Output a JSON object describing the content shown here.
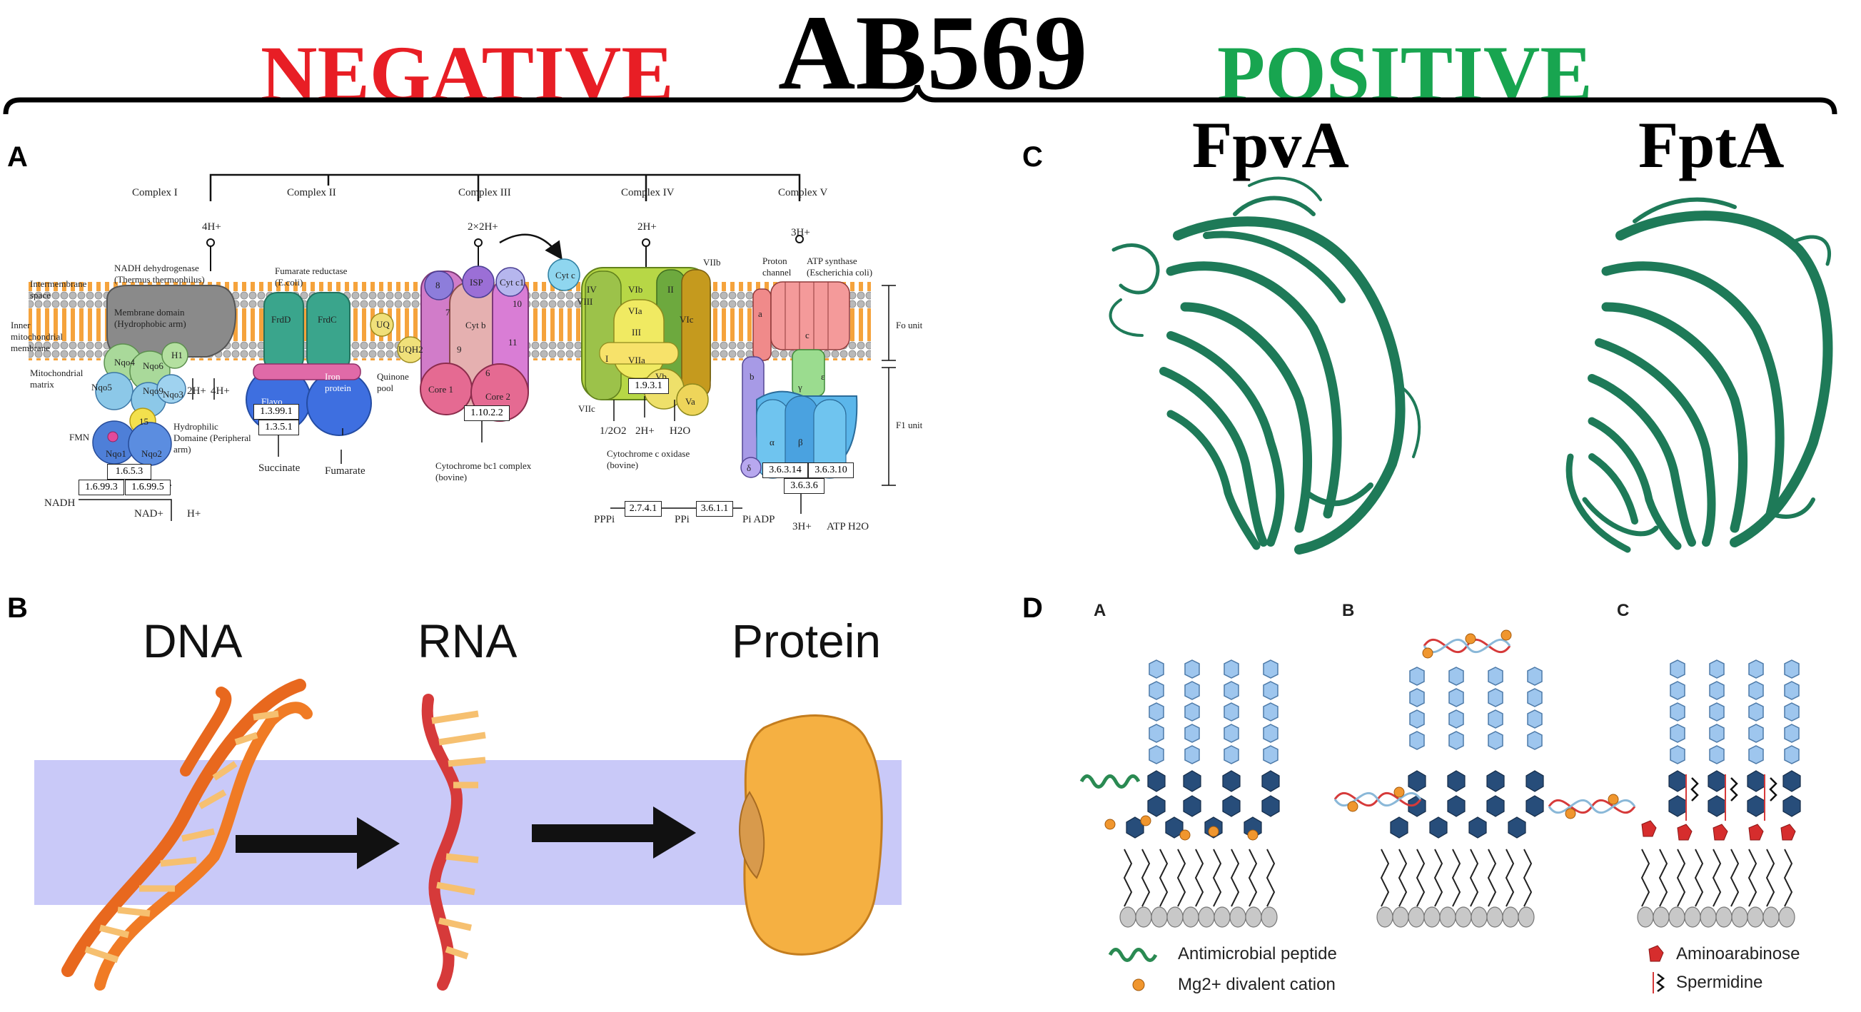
{
  "title": "AB569",
  "negative_label": "NEGATIVE",
  "positive_label": "POSITIVE",
  "colors": {
    "negative": "#e81e25",
    "positive": "#18a550",
    "protein_green": "#1e7a58",
    "membrane_orange": "#f5a33c"
  },
  "panels": {
    "a": {
      "letter": "A",
      "complexes": [
        "Complex I",
        "Complex II",
        "Complex III",
        "Complex IV",
        "Complex V"
      ],
      "proton_labels": [
        "4H+",
        "2×2H+",
        "2H+",
        "3H+"
      ],
      "space_labels": [
        "Intermembrane space",
        "Inner mitochondrial membrane",
        "Mitochondrial matrix"
      ],
      "protein_labels": {
        "nadh": "NADH dehydrogenase (Thermus thermophilus)",
        "membrane_domain": "Membrane domain (Hydrophobic arm)",
        "hydrophilic": "Hydrophilic Domaine (Peripheral arm)",
        "fumarate": "Fumarate reductase (E.coli)",
        "quinone": "Quinone pool",
        "cytbc1": "Cytochrome bc1 complex (bovine)",
        "cytox": "Cytochrome c oxidase (bovine)",
        "proton_channel": "Proton channel",
        "atp_synthase": "ATP synthase (Escherichia coli)",
        "fo": "Fo unit",
        "f1": "F1 unit",
        "flavo": "Flavo protein",
        "iron": "Iron protein"
      },
      "subunits": [
        "Nqo4",
        "Nqo6",
        "H1",
        "Nqo9",
        "Nqo5",
        "Nqo3",
        "15",
        "Nqo1",
        "Nqo2",
        "FMN",
        "FrdD",
        "FrdC",
        "UQ",
        "UQH2",
        "8",
        "ISP",
        "Cyt c1",
        "Cyt c",
        "7",
        "Cyt b",
        "10",
        "11",
        "6",
        "9",
        "Core 1",
        "Core 2",
        "IV",
        "VIb",
        "VIII",
        "VIa",
        "II",
        "VIc",
        "III",
        "I",
        "VIIa",
        "Vb",
        "Va",
        "VIIb",
        "VIIc",
        "a",
        "b",
        "c",
        "γ",
        "ε",
        "δ",
        "α",
        "β"
      ],
      "ec_boxes": [
        "1.6.5.3",
        "1.6.99.3",
        "1.6.99.5",
        "1.3.99.1",
        "1.3.5.1",
        "1.10.2.2",
        "1.9.3.1",
        "3.6.3.14",
        "3.6.3.10",
        "3.6.3.6",
        "2.7.4.1",
        "3.6.1.1"
      ],
      "metabolites": [
        "NADH",
        "NAD+",
        "H+",
        "2H+",
        "4H+",
        "Succinate",
        "Fumarate",
        "1/2O2",
        "2H+",
        "H2O",
        "PPPi",
        "PPi",
        "Pi ADP",
        "3H+",
        "ATP H2O"
      ]
    },
    "b": {
      "letter": "B",
      "labels": [
        "DNA",
        "RNA",
        "Protein"
      ]
    },
    "c": {
      "letter": "C",
      "proteins": [
        "FpvA",
        "FptA"
      ]
    },
    "d": {
      "letter": "D",
      "sub_letters": [
        "A",
        "B",
        "C"
      ],
      "legend": [
        "Antimicrobial peptide",
        "Mg2+ divalent cation",
        "Aminoarabinose",
        "Spermidine"
      ]
    }
  }
}
